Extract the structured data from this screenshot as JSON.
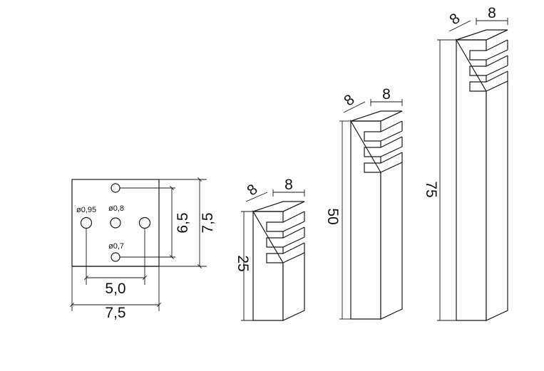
{
  "plate": {
    "hole_labels": [
      "ø0,95",
      "ø0,8",
      "ø0,7"
    ],
    "dim_inner_width": "5,0",
    "dim_outer_width": "7,5",
    "dim_inner_height": "6,5",
    "dim_outer_height": "7,5"
  },
  "bollards": [
    {
      "depth": "8",
      "width": "8",
      "height": "25"
    },
    {
      "depth": "8",
      "width": "8",
      "height": "50"
    },
    {
      "depth": "8",
      "width": "8",
      "height": "75"
    }
  ],
  "colors": {
    "line": "#1a1a1a",
    "background": "#ffffff"
  }
}
